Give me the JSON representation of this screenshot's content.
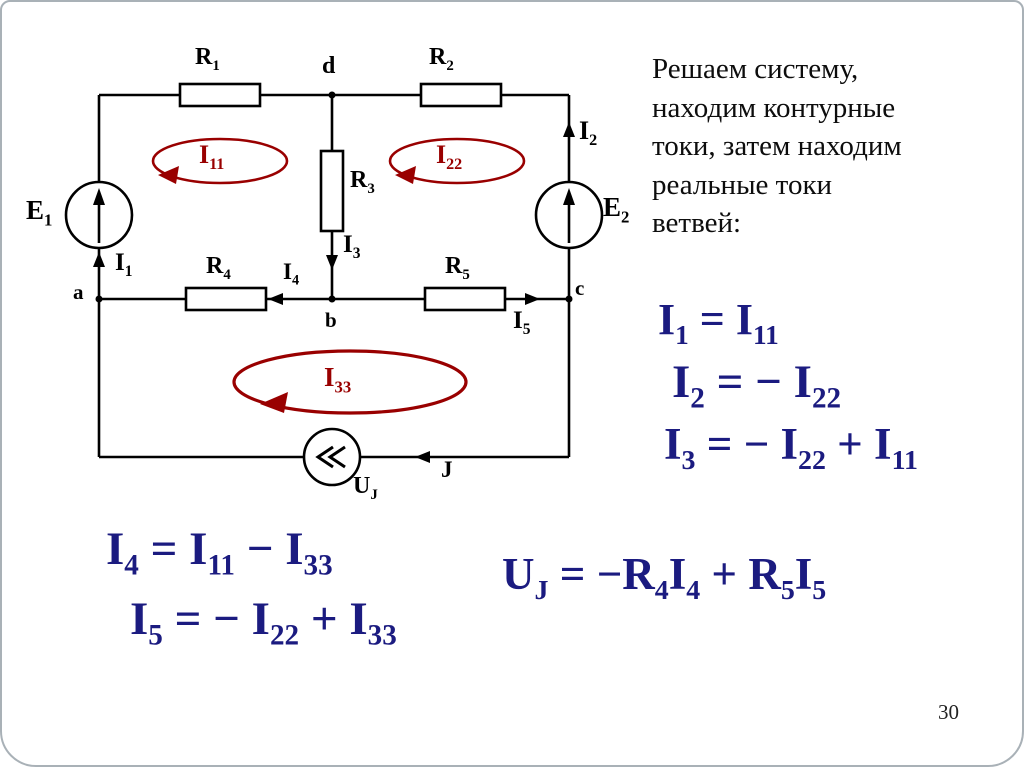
{
  "slide": {
    "page_number": "30"
  },
  "description": {
    "line1": "Решаем систему,",
    "line2": "находим контурные",
    "line3": "токи, затем находим",
    "line4": "реальные токи",
    "line5": "ветвей:"
  },
  "circuit": {
    "labels": {
      "r1": "R_{1}",
      "r2": "R_{2}",
      "r3": "R_{3}",
      "r4": "R_{4}",
      "r5": "R_{5}",
      "e1": "E_{1}",
      "e2": "E_{2}",
      "i1": "I_{1}",
      "i2": "I_{2}",
      "i3": "I_{3}",
      "i4": "I_{4}",
      "i5": "I_{5}",
      "node_a": "a",
      "node_b": "b",
      "node_c": "c",
      "node_d": "d",
      "uj": "U_{J}",
      "j": "J",
      "mesh_i11": "I_{11}",
      "mesh_i22": "I_{22}",
      "mesh_i33": "I_{33}"
    },
    "colors": {
      "wire": "#000000",
      "mesh_arrow": "#990000",
      "formula_text": "#1b1b80"
    }
  },
  "formulas": {
    "f1": "I_{1} = I_{11}",
    "f2": "I_{2} = − I_{22}",
    "f3": "I_{3} = − I_{22} + I_{11}",
    "f4": "I_{4} = I_{11} − I_{33}",
    "f5": "I_{5} = − I_{22} + I_{33}",
    "f6": "U_{J} = −R_{4}I_{4} + R_{5}I_{5}"
  }
}
